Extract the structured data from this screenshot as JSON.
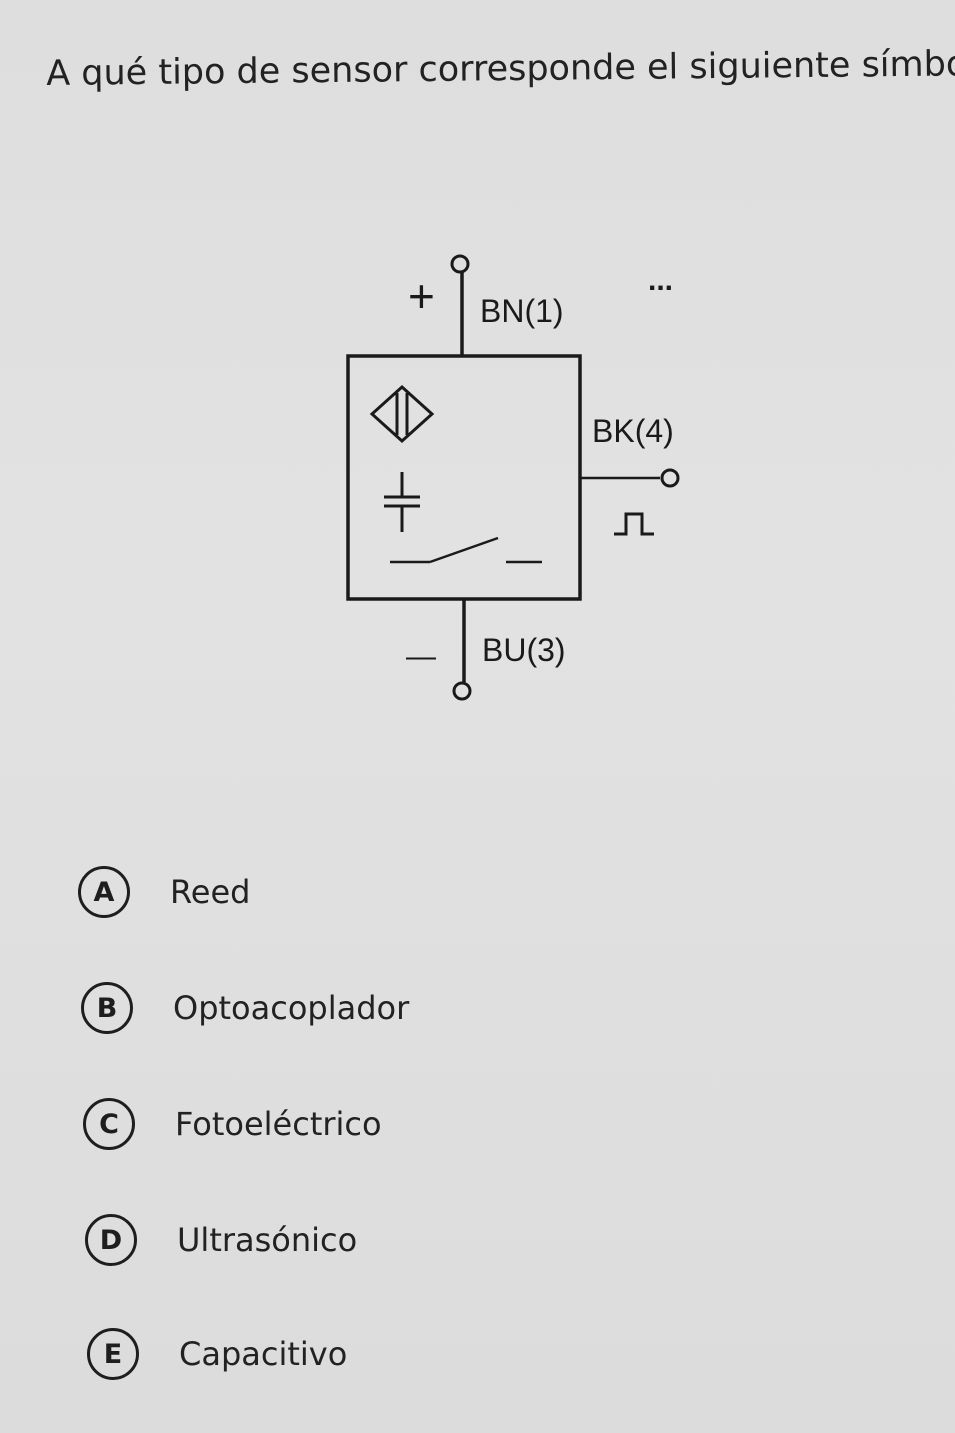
{
  "question": {
    "text": "A qué tipo de sensor corresponde el siguiente símbolo"
  },
  "diagram": {
    "plus_sign": "+",
    "minus_sign": "—",
    "terminal_top_label": "BN(1)",
    "terminal_right_label": "BK(4)",
    "terminal_bottom_label": "BU(3)",
    "more_dots": "..."
  },
  "options": [
    {
      "letter": "A",
      "label": "Reed"
    },
    {
      "letter": "B",
      "label": "Optoacoplador"
    },
    {
      "letter": "C",
      "label": "Fotoeléctrico"
    },
    {
      "letter": "D",
      "label": "Ultrasónico"
    },
    {
      "letter": "E",
      "label": "Capacitivo"
    }
  ]
}
